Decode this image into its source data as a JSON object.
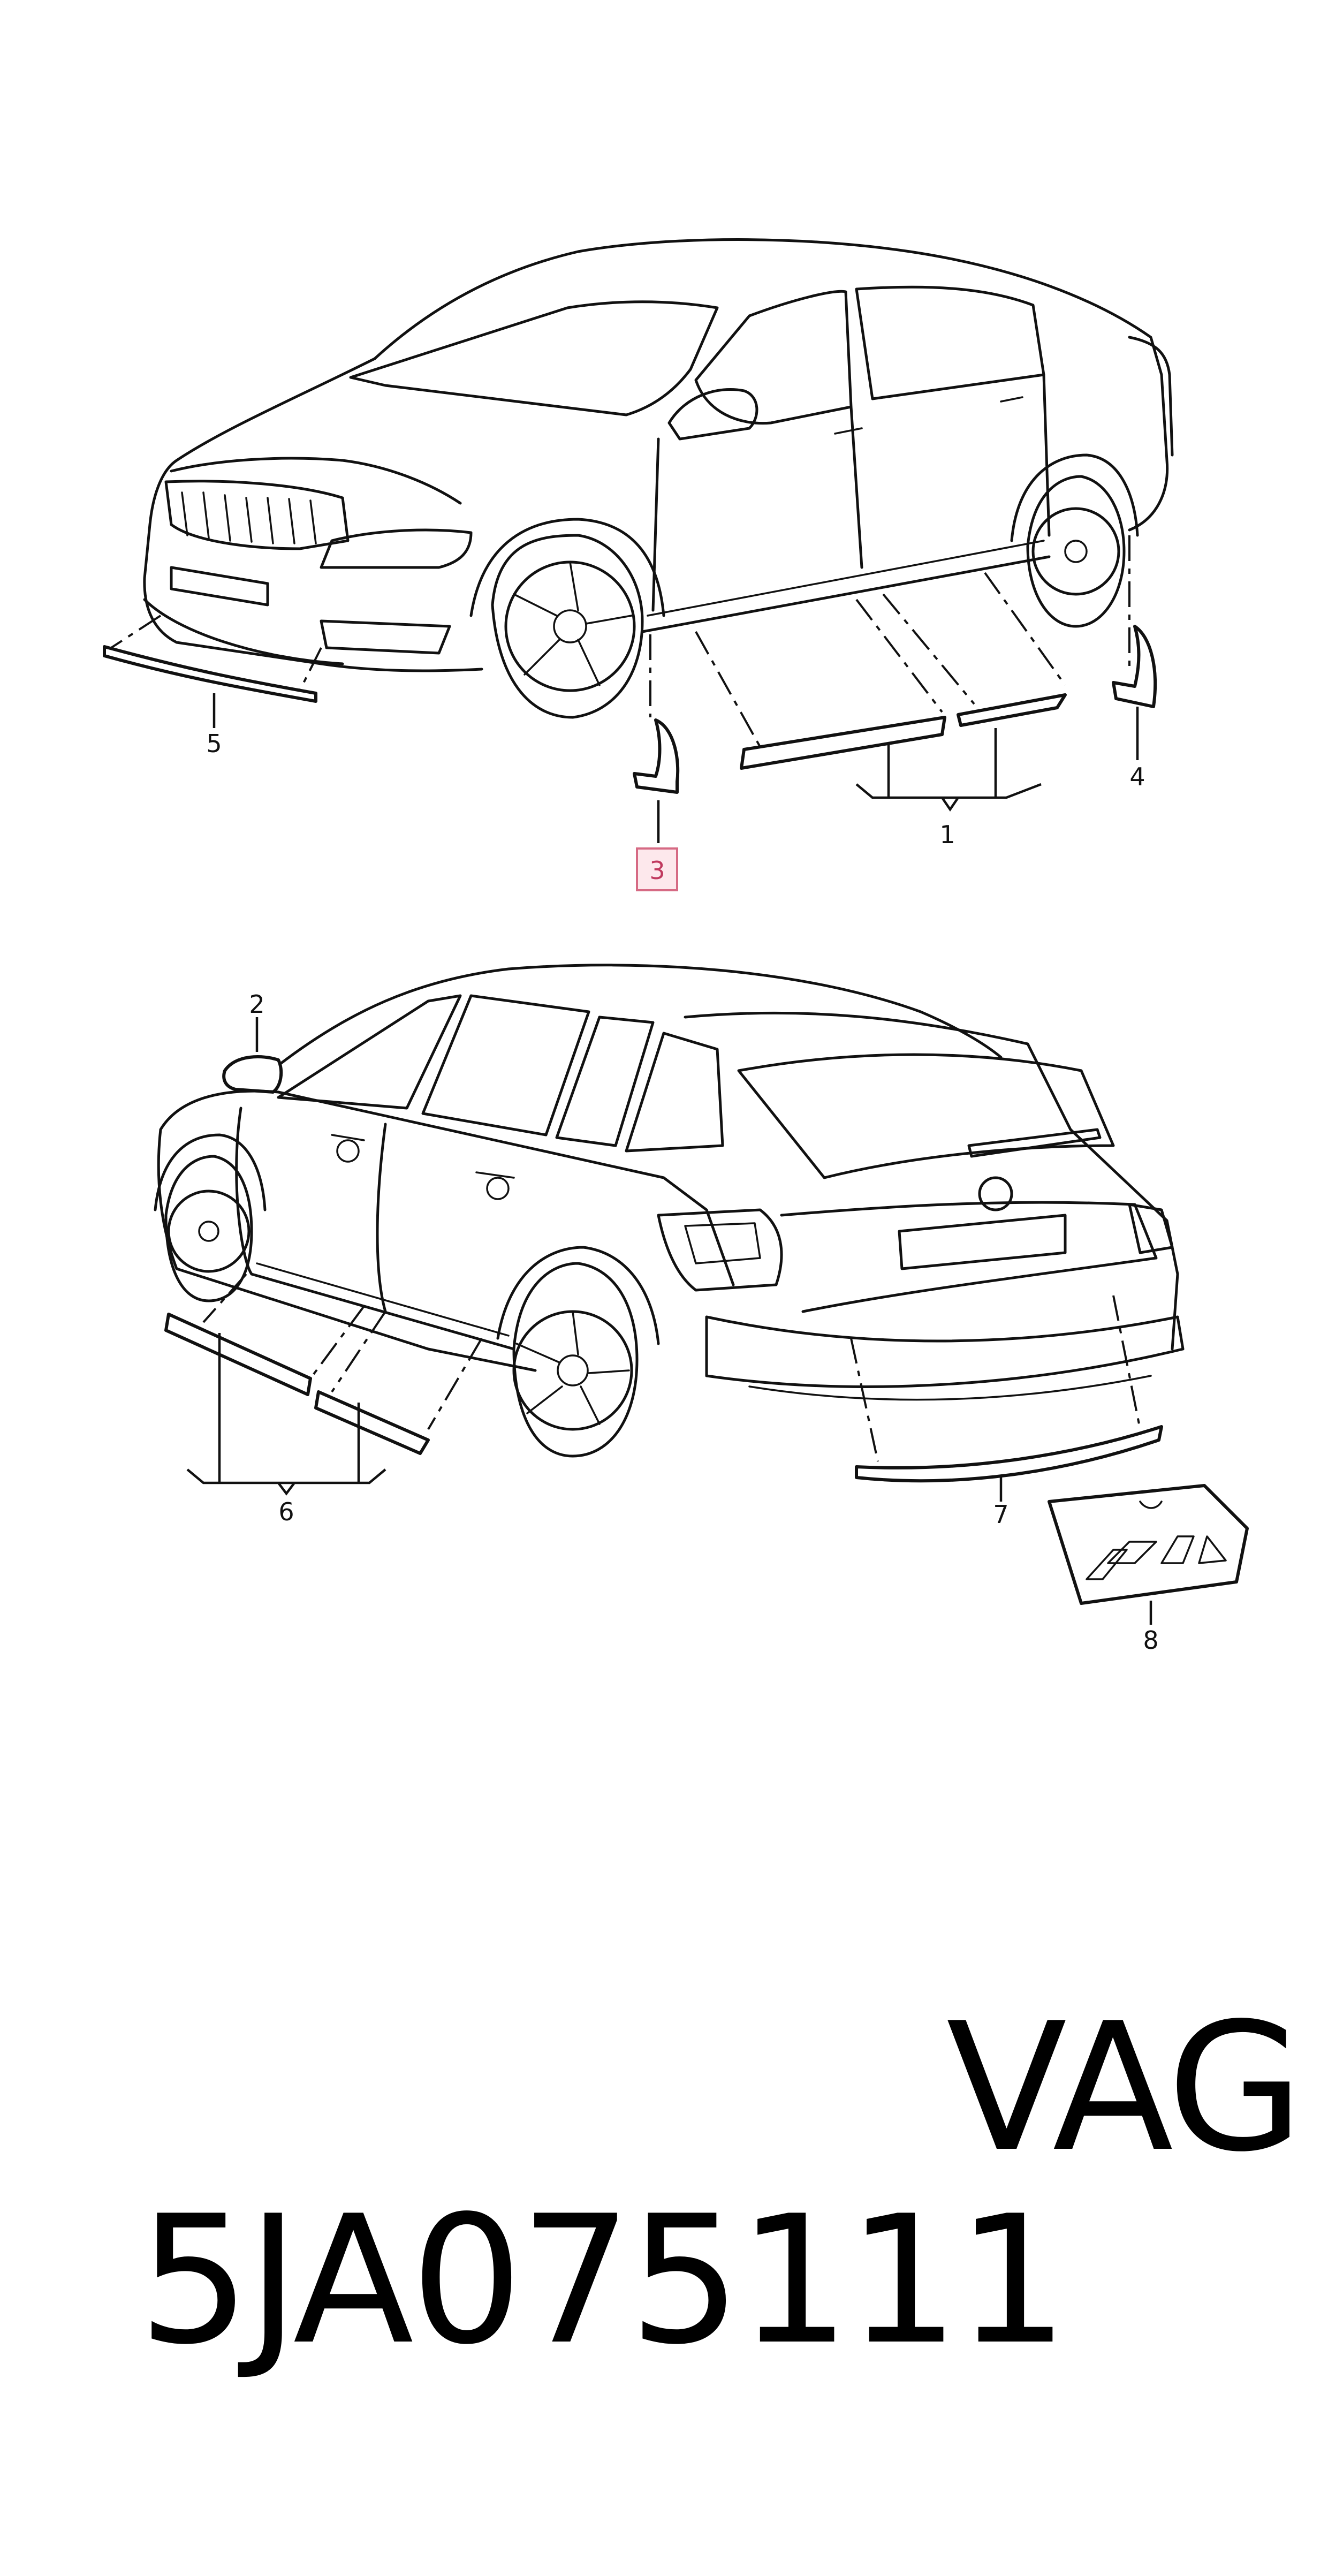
{
  "callouts": {
    "c1": "1",
    "c2": "2",
    "c3": "3",
    "c4": "4",
    "c5": "5",
    "c6": "6",
    "c7": "7",
    "c8": "8"
  },
  "highlighted_callout": "3",
  "footer": {
    "part_number": "5JA075111",
    "brand": "VAG"
  },
  "colors": {
    "line": "#111111",
    "highlight_fill": "#fde8ec",
    "highlight_stroke": "#d66a84",
    "highlight_text": "#c0395e"
  },
  "icons": [
    "car-front-view",
    "car-rear-view",
    "mudflap-icon",
    "trim-strip-icon",
    "mirror-cap-icon",
    "sticker-plate-icon"
  ]
}
